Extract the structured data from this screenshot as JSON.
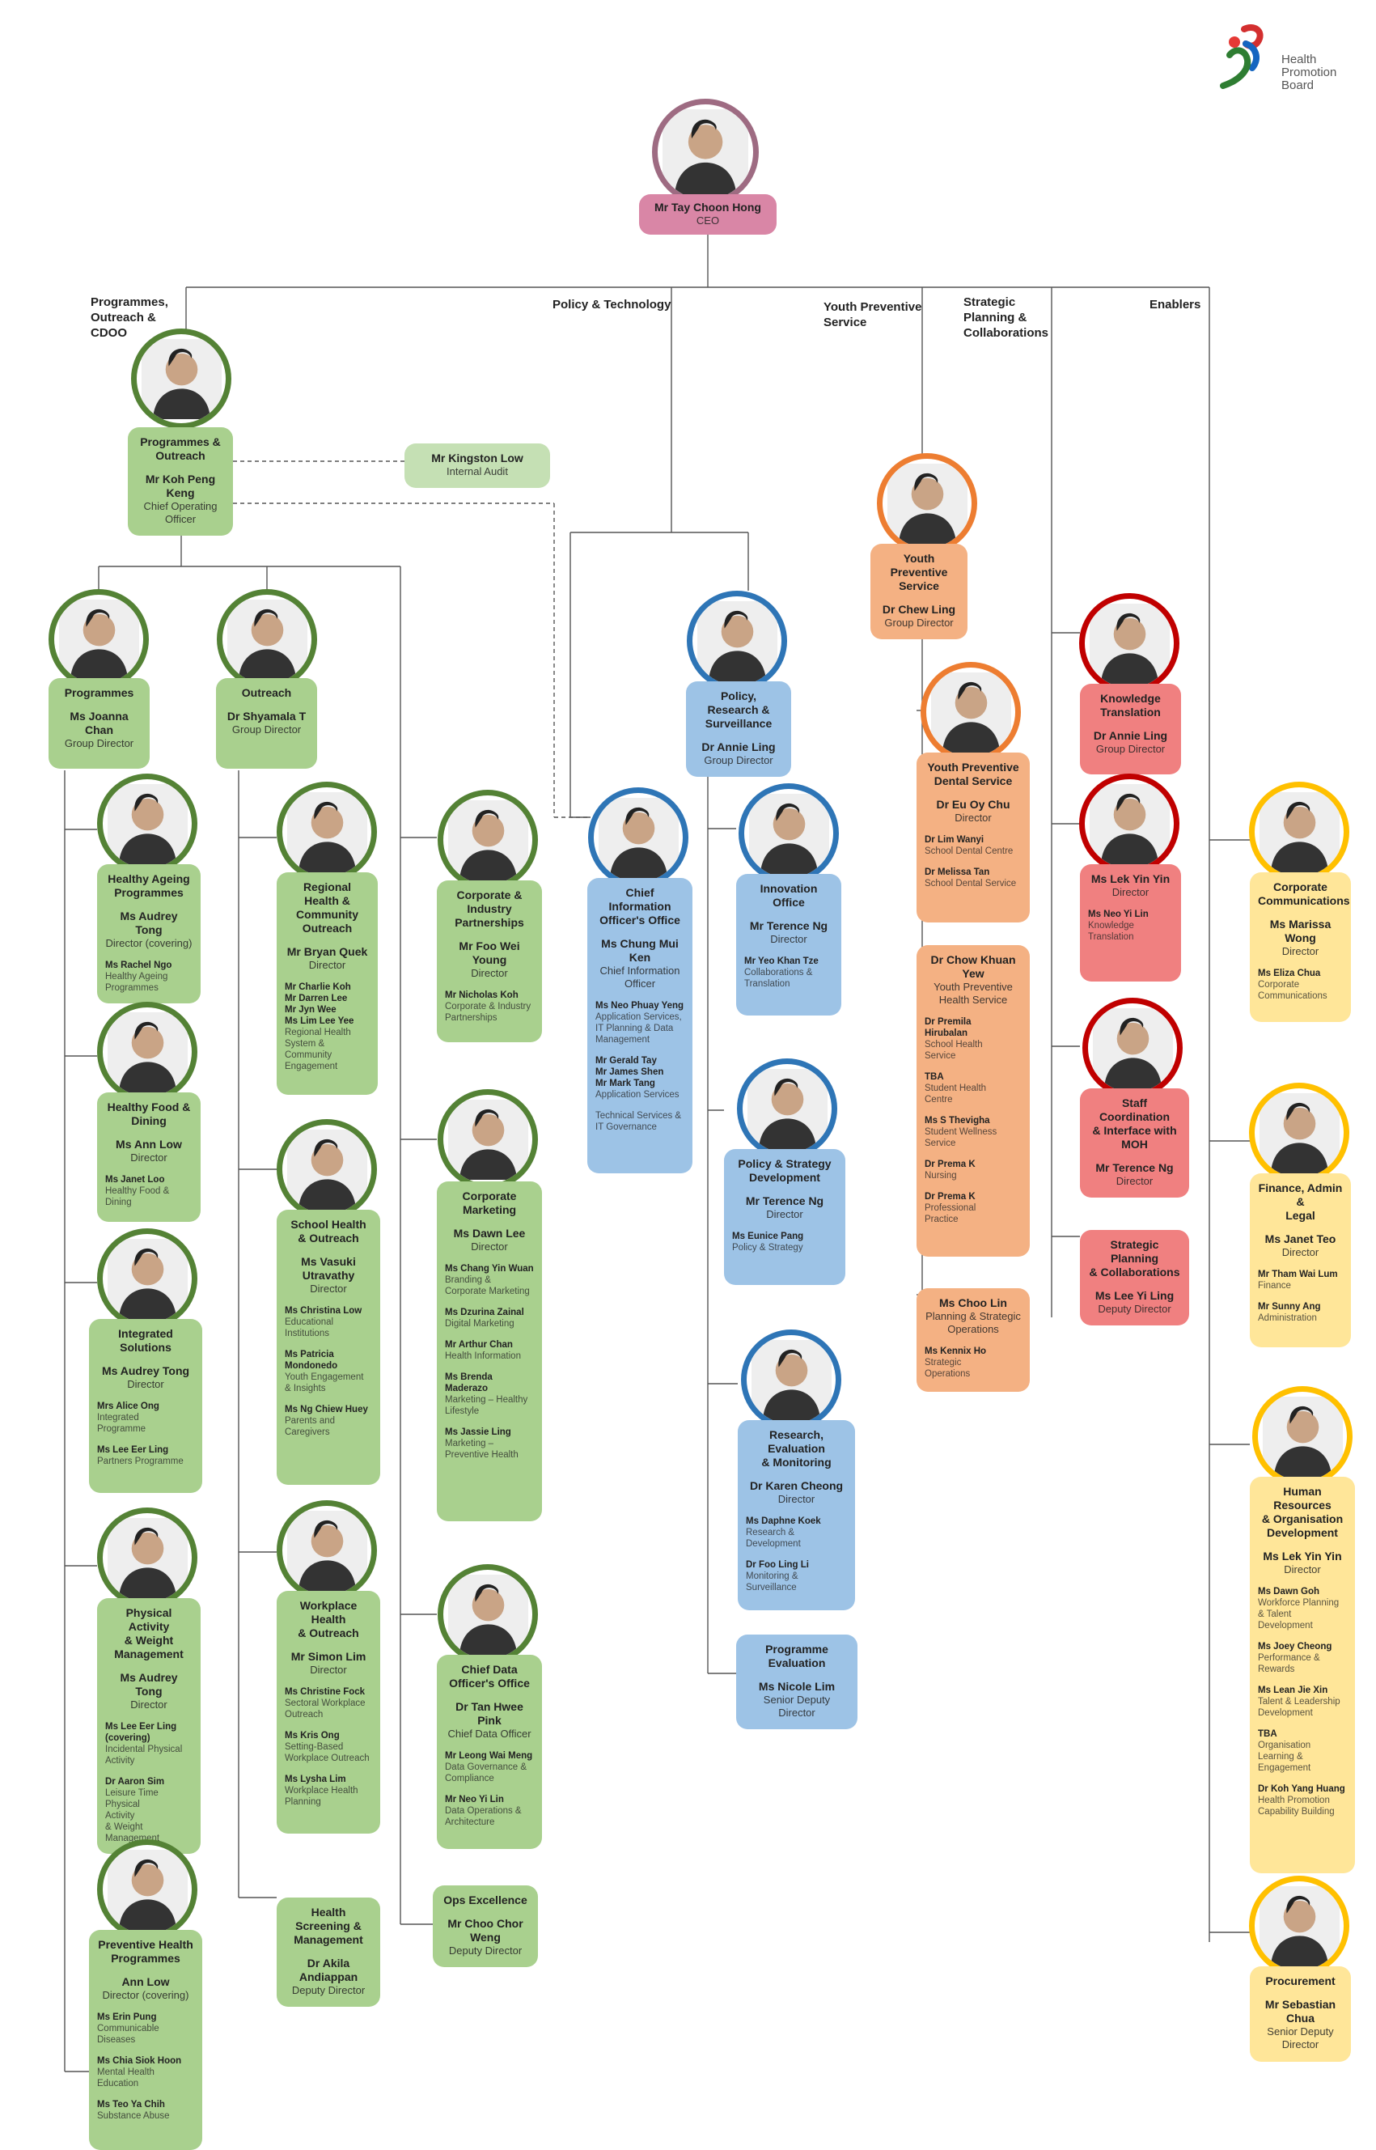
{
  "logo": {
    "line1": "Health",
    "line2": "Promotion",
    "line3": "Board",
    "icon": "hpb-logo-icon"
  },
  "colors": {
    "green": "#a9d08e",
    "blue": "#9dc3e6",
    "orange": "#f4b183",
    "red": "#f08080",
    "yellow": "#ffe699",
    "pink": "#d986a6"
  },
  "branches": {
    "b1": "Programmes,\nOutreach &\nCDOO",
    "b2": "Policy & Technology",
    "b3": "Youth Preventive\nService",
    "b4": "Strategic\nPlanning &\nCollaborations",
    "b5": "Enablers"
  },
  "ceo": {
    "name": "Mr Tay Choon Hong",
    "role": "CEO"
  },
  "nodes": [
    {
      "title": "Programmes &\nOutreach",
      "name": "Mr Koh Peng Keng",
      "role": "Chief Operating\nOfficer",
      "subs": []
    },
    {
      "title": "",
      "name": "Mr Kingston Low",
      "role": "Internal Audit",
      "subs": []
    },
    {
      "title": "Programmes",
      "name": "Ms Joanna Chan",
      "role": "Group Director",
      "subs": []
    },
    {
      "title": "Outreach",
      "name": "Dr Shyamala T",
      "role": "Group Director",
      "subs": []
    },
    {
      "title": "Healthy Ageing\nProgrammes",
      "name": "Ms Audrey Tong",
      "role": "Director (covering)",
      "subs": [
        {
          "n": "Ms Rachel  Ngo",
          "r": "Healthy Ageing\nProgrammes"
        }
      ]
    },
    {
      "title": "Healthy Food &\nDining",
      "name": "Ms Ann Low",
      "role": "Director",
      "subs": [
        {
          "n": "Ms Janet Loo",
          "r": "Healthy Food &\nDining"
        }
      ]
    },
    {
      "title": "Integrated\nSolutions",
      "name": "Ms Audrey Tong",
      "role": "Director",
      "subs": [
        {
          "n": "Mrs Alice Ong",
          "r": "Integrated\nProgramme"
        },
        {
          "n": "Ms Lee Eer Ling",
          "r": "Partners Programme"
        }
      ]
    },
    {
      "title": "Physical Activity\n& Weight\nManagement",
      "name": "Ms Audrey Tong",
      "role": "Director",
      "subs": [
        {
          "n": "Ms Lee Eer Ling\n(covering)",
          "r": "Incidental Physical\nActivity"
        },
        {
          "n": "Dr Aaron  Sim",
          "r": "Leisure Time Physical\nActivity\n& Weight\nManagement"
        }
      ]
    },
    {
      "title": "Preventive Health\nProgrammes",
      "name": "Ann Low",
      "role": "Director (covering)",
      "subs": [
        {
          "n": "Ms Erin Pung",
          "r": "Communicable\nDiseases"
        },
        {
          "n": "Ms Chia Siok Hoon",
          "r": "Mental Health\nEducation"
        },
        {
          "n": "Ms Teo Ya Chih",
          "r": "Substance Abuse"
        }
      ]
    },
    {
      "title": "Regional Health &\nCommunity\nOutreach",
      "name": "Mr Bryan Quek",
      "role": "Director",
      "subs": [
        {
          "n": "Mr Charlie Koh\nMr Darren Lee\nMr Jyn Wee\nMs Lim Lee Yee",
          "r": "Regional Health\nSystem &\nCommunity\nEngagement"
        }
      ]
    },
    {
      "title": "School Health\n& Outreach",
      "name": "Ms Vasuki\nUtravathy",
      "role": "Director",
      "subs": [
        {
          "n": "Ms Christina Low",
          "r": "Educational\nInstitutions"
        },
        {
          "n": "Ms Patricia\nMondonedo",
          "r": "Youth Engagement\n& Insights"
        },
        {
          "n": "Ms Ng Chiew Huey",
          "r": "Parents and\nCaregivers"
        }
      ]
    },
    {
      "title": "Workplace Health\n& Outreach",
      "name": "Mr Simon Lim",
      "role": "Director",
      "subs": [
        {
          "n": "Ms Christine Fock",
          "r": "Sectoral Workplace\nOutreach"
        },
        {
          "n": "Ms Kris Ong",
          "r": "Setting-Based\nWorkplace Outreach"
        },
        {
          "n": "Ms Lysha Lim",
          "r": "Workplace Health\nPlanning"
        }
      ]
    },
    {
      "title": "Health\nScreening &\nManagement",
      "name": "Dr Akila Andiappan",
      "role": "Deputy Director",
      "subs": []
    },
    {
      "title": "Corporate &\nIndustry\nPartnerships",
      "name": "Mr Foo Wei Young",
      "role": "Director",
      "subs": [
        {
          "n": "Mr Nicholas  Koh",
          "r": "Corporate & Industry\nPartnerships"
        }
      ]
    },
    {
      "title": "Corporate\nMarketing",
      "name": "Ms Dawn Lee",
      "role": "Director",
      "subs": [
        {
          "n": "Ms Chang Yin Wuan",
          "r": "Branding &\nCorporate Marketing"
        },
        {
          "n": "Ms Dzurina Zainal",
          "r": "Digital  Marketing"
        },
        {
          "n": "Mr Arthur Chan",
          "r": "Health Information"
        },
        {
          "n": "Ms Brenda Maderazo",
          "r": "Marketing – Healthy\nLifestyle"
        },
        {
          "n": "Ms Jassie Ling",
          "r": "Marketing –\nPreventive Health"
        }
      ]
    },
    {
      "title": "Chief Data\nOfficer's Office",
      "name": "Dr Tan Hwee Pink",
      "role": "Chief Data Officer",
      "subs": [
        {
          "n": "Mr Leong Wai Meng",
          "r": "Data Governance &\nCompliance"
        },
        {
          "n": "Mr Neo Yi Lin",
          "r": "Data Operations &\nArchitecture"
        }
      ]
    },
    {
      "title": "Ops Excellence",
      "name": "Mr Choo Chor Weng",
      "role": "Deputy Director",
      "subs": []
    },
    {
      "title": "Policy, Research &\nSurveillance",
      "name": "Dr Annie Ling",
      "role": "Group Director",
      "subs": []
    },
    {
      "title": "Chief Information\nOfficer's Office",
      "name": "Ms Chung Mui Ken",
      "role": "Chief Information\nOfficer",
      "subs": [
        {
          "n": "Ms Neo Phuay Yeng",
          "r": "Application Services,\nIT Planning & Data\nManagement"
        },
        {
          "n": "Mr Gerald Tay\nMr James Shen\nMr Mark Tang",
          "r": "Application Services"
        },
        {
          "n": "",
          "r": "Technical Services &\nIT Governance"
        }
      ]
    },
    {
      "title": "Innovation Office",
      "name": "Mr Terence Ng",
      "role": "Director",
      "subs": [
        {
          "n": "Mr Yeo Khan Tze",
          "r": "Collaborations &\nTranslation"
        }
      ]
    },
    {
      "title": "Policy & Strategy\nDevelopment",
      "name": "Mr Terence Ng",
      "role": "Director",
      "subs": [
        {
          "n": "Ms Eunice Pang",
          "r": "Policy & Strategy"
        }
      ]
    },
    {
      "title": "Research, Evaluation\n& Monitoring",
      "name": "Dr Karen Cheong",
      "role": "Director",
      "subs": [
        {
          "n": "Ms Daphne Koek",
          "r": "Research &\nDevelopment"
        },
        {
          "n": "Dr Foo Ling Li",
          "r": "Monitoring &\nSurveillance"
        }
      ]
    },
    {
      "title": "Programme\nEvaluation",
      "name": "Ms Nicole Lim",
      "role": "Senior Deputy Director",
      "subs": []
    },
    {
      "title": "Youth Preventive\nService",
      "name": "Dr Chew Ling",
      "role": "Group Director",
      "subs": []
    },
    {
      "title": "Youth Preventive\nDental Service",
      "name": "Dr Eu Oy Chu",
      "role": "Director",
      "subs": [
        {
          "n": "Dr Lim Wanyi",
          "r": "School Dental Centre"
        },
        {
          "n": "Dr Melissa  Tan",
          "r": "School  Dental Service"
        }
      ]
    },
    {
      "title": "Dr Chow Khuan Yew",
      "name": "",
      "role": "Youth Preventive\nHealth Service",
      "subs": [
        {
          "n": "Dr Premila\nHirubalan",
          "r": "School Health\nService"
        },
        {
          "n": "TBA",
          "r": "Student Health\nCentre"
        },
        {
          "n": "Ms S Thevigha",
          "r": "Student Wellness\nService"
        },
        {
          "n": "Dr Prema  K",
          "r": "Nursing"
        },
        {
          "n": "Dr Prema  K",
          "r": "Professional\nPractice"
        }
      ]
    },
    {
      "title": "Ms Choo Lin",
      "name": "",
      "role": "Planning & Strategic\nOperations",
      "subs": [
        {
          "n": "Ms Kennix Ho",
          "r": "Strategic\nOperations"
        }
      ]
    },
    {
      "title": "Knowledge\nTranslation",
      "name": "Dr Annie Ling",
      "role": "Group Director",
      "subs": []
    },
    {
      "title": "",
      "name": "Ms Lek Yin Yin",
      "role": "Director",
      "subs": [
        {
          "n": "Ms Neo Yi Lin",
          "r": "Knowledge\nTranslation"
        }
      ]
    },
    {
      "title": "Staff Coordination\n& Interface with\nMOH",
      "name": "Mr Terence Ng",
      "role": "Director",
      "subs": []
    },
    {
      "title": "Strategic Planning\n& Collaborations",
      "name": "Ms Lee Yi Ling",
      "role": "Deputy Director",
      "subs": []
    },
    {
      "title": "Corporate\nCommunications",
      "name": "Ms Marissa Wong",
      "role": "Director",
      "subs": [
        {
          "n": "Ms Eliza  Chua",
          "r": "Corporate\nCommunications"
        }
      ]
    },
    {
      "title": "Finance, Admin &\nLegal",
      "name": "Ms Janet Teo",
      "role": "Director",
      "subs": [
        {
          "n": "Mr Tham Wai Lum",
          "r": "Finance"
        },
        {
          "n": "Mr Sunny Ang",
          "r": "Administration"
        }
      ]
    },
    {
      "title": "Human Resources\n& Organisation\nDevelopment",
      "name": "Ms Lek Yin Yin",
      "role": "Director",
      "subs": [
        {
          "n": "Ms Dawn Goh",
          "r": "Workforce Planning\n& Talent\nDevelopment"
        },
        {
          "n": "Ms Joey Cheong",
          "r": "Performance &\nRewards"
        },
        {
          "n": "Ms Lean Jie Xin",
          "r": "Talent & Leadership\nDevelopment"
        },
        {
          "n": "TBA",
          "r": "Organisation\nLearning &\nEngagement"
        },
        {
          "n": "Dr Koh Yang Huang",
          "r": "Health Promotion\nCapability Building"
        }
      ]
    },
    {
      "title": "Procurement",
      "name": "Mr Sebastian Chua",
      "role": "Senior Deputy\nDirector",
      "subs": []
    }
  ]
}
